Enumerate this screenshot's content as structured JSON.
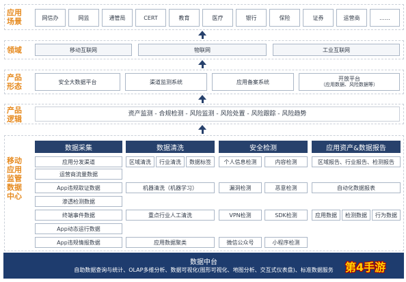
{
  "sections": {
    "app_scene": {
      "label": "应用场景",
      "items": [
        "网信办",
        "网监",
        "通管局",
        "CERT",
        "教育",
        "医疗",
        "银行",
        "保险",
        "证券",
        "运营商",
        "……"
      ]
    },
    "domain": {
      "label": "领域",
      "items": [
        "移动互联网",
        "物联网",
        "工业互联网"
      ]
    },
    "product_form": {
      "label": "产品形态",
      "items": [
        "安全大数据平台",
        "渠道监测系统",
        "应用备案系统"
      ],
      "open_platform": {
        "title": "开放平台",
        "sub": "（应用数据、风险数据等）"
      }
    },
    "product_logic": {
      "label": "产品逻辑",
      "text": "资产监测 - 合规检测 - 风险监测 - 风险处置 - 风险跟踪 - 风险趋势"
    },
    "monitor_center": {
      "label": "移动应用监管数据中心",
      "columns": [
        {
          "header": "数据采集",
          "items": [
            "应用分发渠道",
            "运营商流量数据",
            "App违规取证数据",
            "渗透检测数据",
            "终端事件数据",
            "App动态运行数据",
            "App违规情报数据"
          ]
        },
        {
          "header": "数据清洗",
          "items": [
            "区域清洗",
            "行业清洗",
            "数据标签",
            "机器清洗（机器学习）",
            "重点行业人工清洗",
            "应用数据聚类"
          ]
        },
        {
          "header": "安全检测",
          "items": [
            "个人信息检测",
            "内容检测",
            "漏洞检测",
            "恶意检测",
            "VPN检测",
            "SDK检测",
            "微信公众号",
            "小程序检测"
          ]
        },
        {
          "header": "应用资产&数据报告",
          "items": [
            "区域报告、行业报告、检测报告",
            "自动化数据报表",
            "应用数据",
            "检测数据",
            "行为数据"
          ]
        }
      ]
    }
  },
  "data_center": {
    "title": "数据中台",
    "sub": "自助数据查询与统计、OLAP多维分析、数据可视化(图形可视化、地图分析、交互式仪表盘)、标准数据服务"
  },
  "watermark": "第4手游"
}
